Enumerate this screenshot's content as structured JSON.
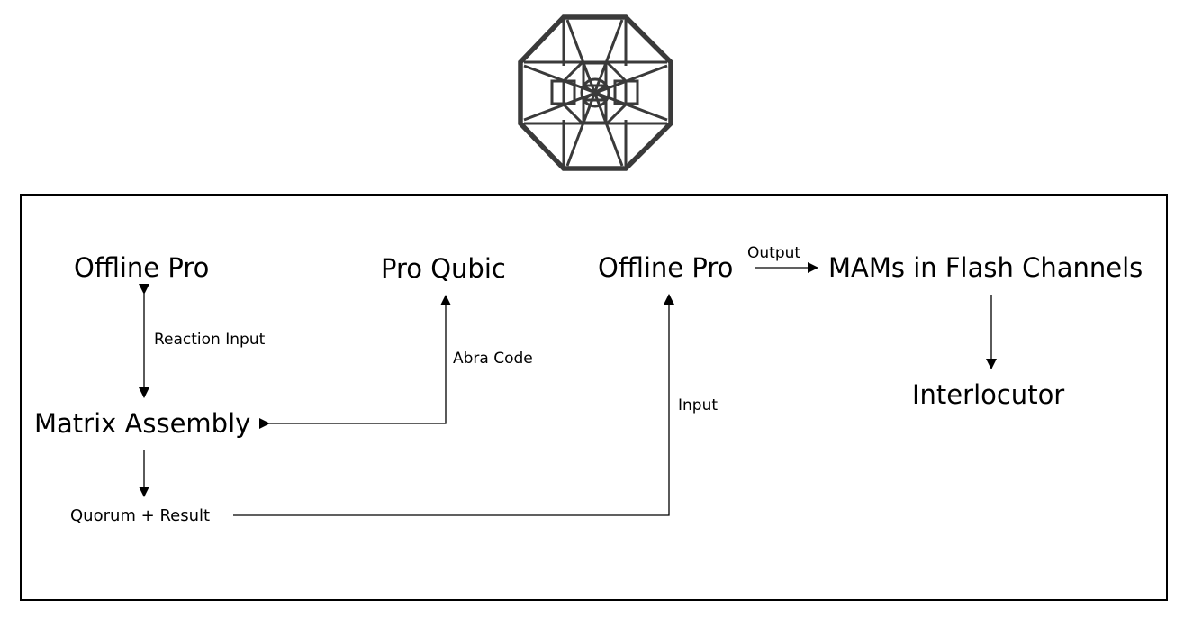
{
  "nodes": {
    "offline_pro_left": "Offline Pro",
    "pro_qubic": "Pro Qubic",
    "offline_pro_right": "Offline Pro",
    "mams_flash_channels": "MAMs in Flash Channels",
    "matrix_assembly": "Matrix Assembly",
    "interlocutor": "Interlocutor",
    "quorum_result": "Quorum + Result"
  },
  "edge_labels": {
    "reaction_input": "Reaction Input",
    "abra_code": "Abra Code",
    "output": "Output",
    "input": "Input"
  },
  "colors": {
    "line": "#000000",
    "logo": "#3a3a3a"
  },
  "logo": {
    "icon": "octagon-tesseract-icon"
  }
}
